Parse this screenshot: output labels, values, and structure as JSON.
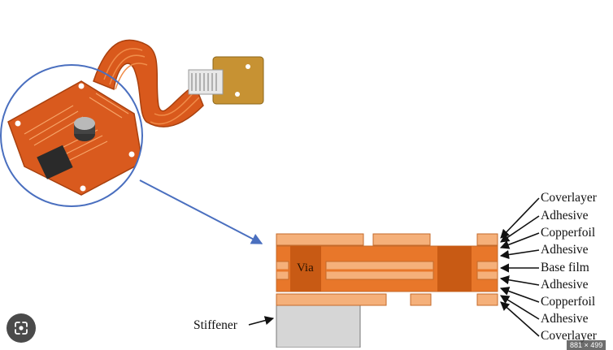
{
  "diagram": {
    "layer_labels": [
      "Coverlayer",
      "Adhesive",
      "Copperfoil",
      "Adhesive",
      "Base film",
      "Adhesive",
      "Copperfoil",
      "Adhesive",
      "Coverlayer"
    ],
    "stiffener_label": "Stiffener",
    "via_label": "Via",
    "colors": {
      "copper": "#e8772a",
      "pad": "#f5b07a",
      "circle": "#4a6fbf",
      "stiffener": "#d6d6d6"
    }
  },
  "overlay": {
    "lens_icon": "google-lens-icon",
    "dims_badge": "881 × 499"
  }
}
